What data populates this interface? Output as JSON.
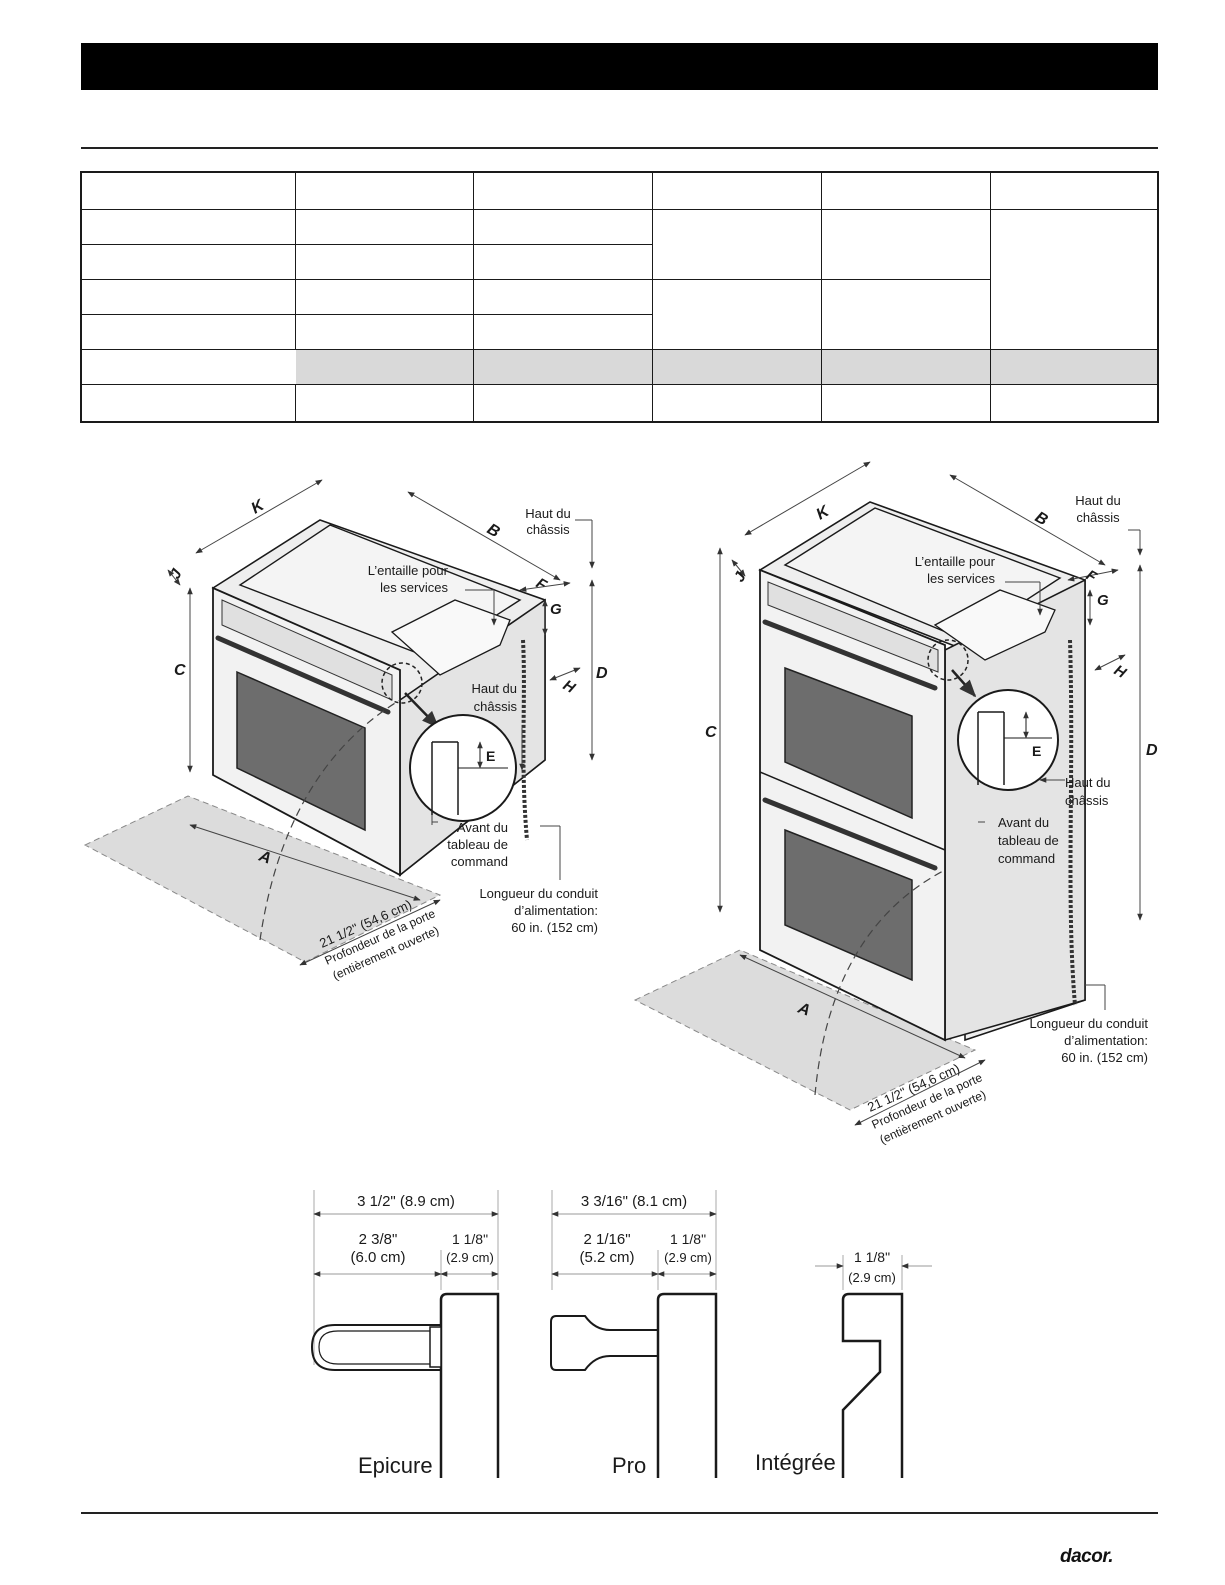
{
  "figure_single": {
    "labels": {
      "K": "K",
      "B": "B",
      "J": "J",
      "C": "C",
      "F": "F",
      "G": "G",
      "H": "H",
      "D": "D",
      "A": "A",
      "E": "E"
    },
    "top_frame": [
      "Haut du",
      "châssis"
    ],
    "notch": [
      "L’entaille pour",
      "les services"
    ],
    "frame_top_inset": [
      "Haut du",
      "châssis"
    ],
    "panel_front": [
      "Avant du",
      "tableau de",
      "command"
    ],
    "conduit": [
      "Longueur du conduit",
      "d’alimentation:",
      "60 in. (152 cm)"
    ],
    "door_depth": [
      "21 1/2\" (54,6 cm)",
      "Profondeur de la porte",
      "(entièrement ouverte)"
    ]
  },
  "figure_double": {
    "labels": {
      "K": "K",
      "B": "B",
      "J": "J",
      "C": "C",
      "F": "F",
      "G": "G",
      "H": "H",
      "D": "D",
      "A": "A",
      "E": "E"
    },
    "top_frame": [
      "Haut du",
      "châssis"
    ],
    "notch": [
      "L’entaille pour",
      "les services"
    ],
    "frame_top_inset": [
      "Haut du",
      "châssis"
    ],
    "panel_front": [
      "Avant du",
      "tableau de",
      "command"
    ],
    "conduit": [
      "Longueur du conduit",
      "d’alimentation:",
      "60 in. (152 cm)"
    ],
    "door_depth": [
      "21 1/2\" (54,6 cm)",
      "Profondeur de la porte",
      "(entièrement ouverte)"
    ]
  },
  "handles": {
    "epicure": {
      "overall": "3 1/2\" (8.9 cm)",
      "a1": "2 3/8\"",
      "a2": "(6.0 cm)",
      "b1": "1 1/8\"",
      "b2": "(2.9 cm)",
      "name": "Epicure"
    },
    "pro": {
      "overall": "3 3/16\" (8.1 cm)",
      "a1": "2 1/16\"",
      "a2": "(5.2 cm)",
      "b1": "1 1/8\"",
      "b2": "(2.9 cm)",
      "name": "Pro"
    },
    "integree": {
      "b1": "1 1/8\"",
      "b2": "(2.9 cm)",
      "name": "Intégrée"
    }
  },
  "footer": {
    "logo": "dacor."
  }
}
